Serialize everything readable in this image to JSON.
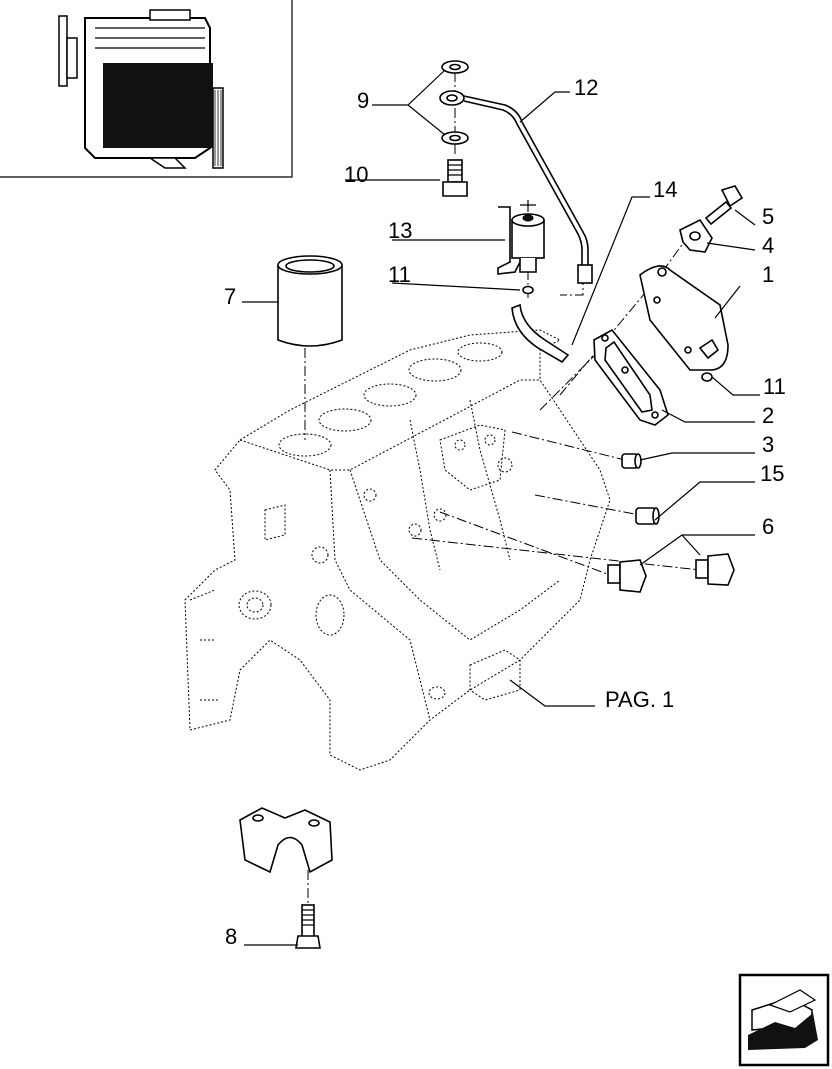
{
  "labels": {
    "l1": "1",
    "l2": "2",
    "l3": "3",
    "l4": "4",
    "l5": "5",
    "l6": "6",
    "l7": "7",
    "l8": "8",
    "l9": "9",
    "l10": "10",
    "l11a": "11",
    "l11b": "11",
    "l12": "12",
    "l13": "13",
    "l14": "14",
    "l15": "15",
    "pag": "PAG. 1"
  },
  "icons": {
    "thumbnail": "engine-thumbnail-icon",
    "next_page": "next-page-arrow-icon"
  },
  "colors": {
    "ink": "#000000",
    "paper": "#ffffff",
    "shade": "#d9d9d9"
  }
}
